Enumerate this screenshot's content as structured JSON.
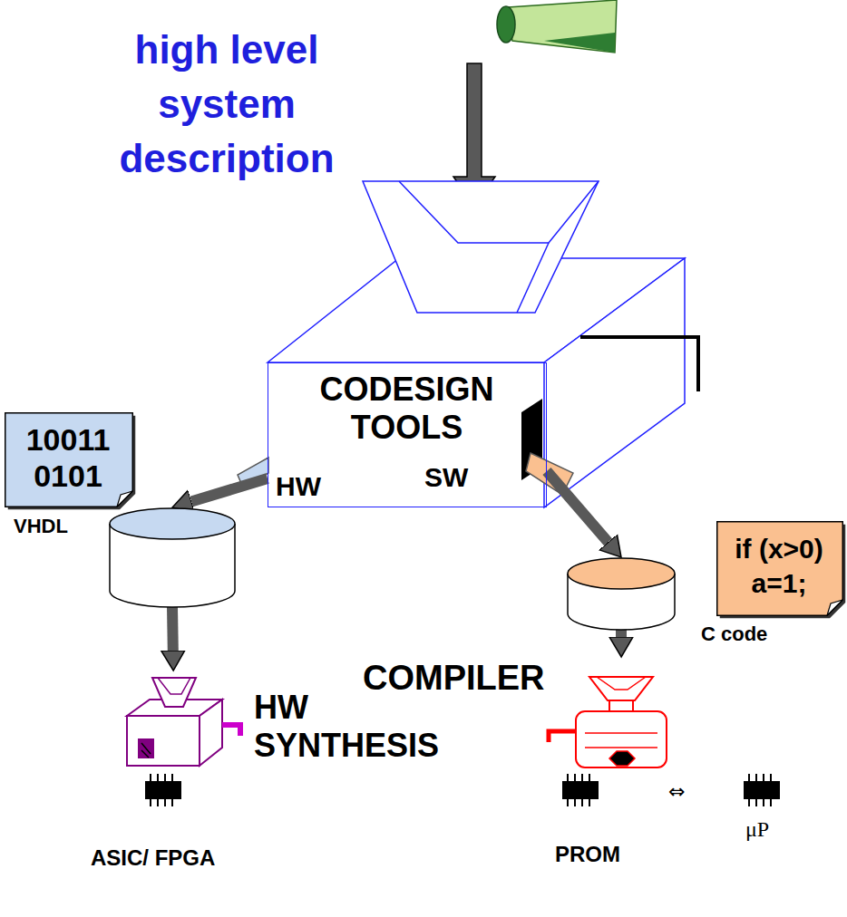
{
  "diagram": {
    "title": "high level system description",
    "nodes": [
      {
        "text": [
          "CODESIGN TOOLS",
          "HW",
          "SW"
        ]
      },
      {
        "text": [
          "10011 0101"
        ]
      },
      {
        "text": [
          "VHDL"
        ]
      },
      {
        "text": [
          "HW SYNTHESIS"
        ]
      },
      {
        "text": [
          "if (x>0) a=1;"
        ]
      },
      {
        "text": [
          "C code"
        ]
      },
      {
        "text": [
          "COMPILER"
        ]
      }
    ],
    "edges": [
      {
        "from": 0,
        "to": 2,
        "arrow": "to"
      },
      {
        "from": 0,
        "to": 5,
        "arrow": "to"
      },
      {
        "from": 2,
        "to": 3,
        "arrow": "to"
      },
      {
        "from": 5,
        "to": 6,
        "arrow": "to"
      }
    ],
    "labels": [
      "ASIC/ FPGA",
      "PROM",
      "⇔",
      "μP"
    ]
  }
}
